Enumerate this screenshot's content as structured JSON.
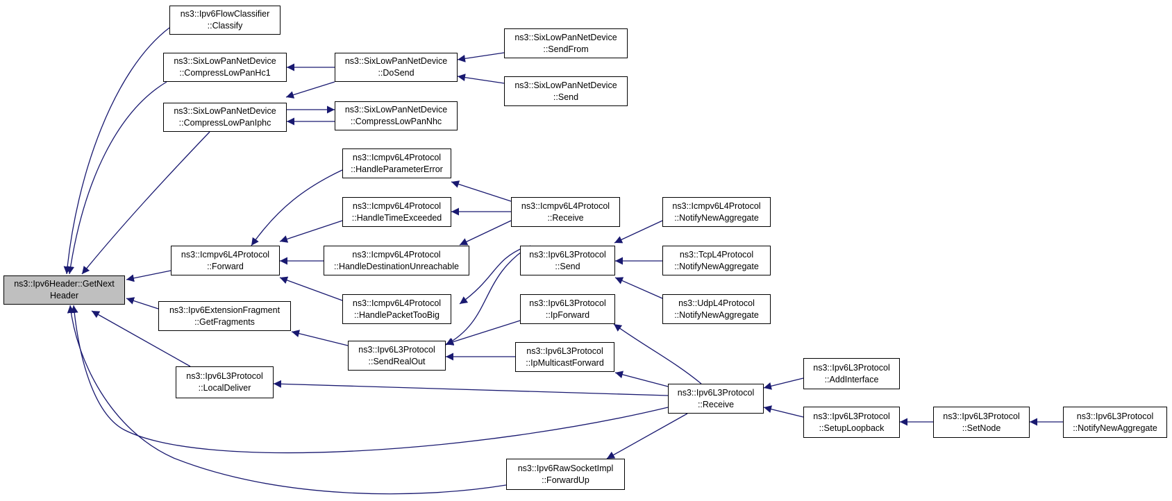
{
  "diagram": {
    "edge_color": "#191970",
    "root_fill": "#bfbfbf",
    "nodes": {
      "root": {
        "line1": "ns3::Ipv6Header::GetNext",
        "line2": "Header"
      },
      "flowcls": {
        "line1": "ns3::Ipv6FlowClassifier",
        "line2": "::Classify"
      },
      "hc1": {
        "line1": "ns3::SixLowPanNetDevice",
        "line2": "::CompressLowPanHc1"
      },
      "iphc": {
        "line1": "ns3::SixLowPanNetDevice",
        "line2": "::CompressLowPanIphc"
      },
      "dosend": {
        "line1": "ns3::SixLowPanNetDevice",
        "line2": "::DoSend"
      },
      "nhc": {
        "line1": "ns3::SixLowPanNetDevice",
        "line2": "::CompressLowPanNhc"
      },
      "sendfrom": {
        "line1": "ns3::SixLowPanNetDevice",
        "line2": "::SendFrom"
      },
      "sixsend": {
        "line1": "ns3::SixLowPanNetDevice",
        "line2": "::Send"
      },
      "hpe": {
        "line1": "ns3::Icmpv6L4Protocol",
        "line2": "::HandleParameterError"
      },
      "hte": {
        "line1": "ns3::Icmpv6L4Protocol",
        "line2": "::HandleTimeExceeded"
      },
      "hdu": {
        "line1": "ns3::Icmpv6L4Protocol",
        "line2": "::HandleDestinationUnreachable"
      },
      "hptb": {
        "line1": "ns3::Icmpv6L4Protocol",
        "line2": "::HandlePacketTooBig"
      },
      "forward": {
        "line1": "ns3::Icmpv6L4Protocol",
        "line2": "::Forward"
      },
      "icmprecv": {
        "line1": "ns3::Icmpv6L4Protocol",
        "line2": "::Receive"
      },
      "l3send": {
        "line1": "ns3::Ipv6L3Protocol",
        "line2": "::Send"
      },
      "nna_icmp": {
        "line1": "ns3::Icmpv6L4Protocol",
        "line2": "::NotifyNewAggregate"
      },
      "nna_tcp": {
        "line1": "ns3::TcpL4Protocol",
        "line2": "::NotifyNewAggregate"
      },
      "nna_udp": {
        "line1": "ns3::UdpL4Protocol",
        "line2": "::NotifyNewAggregate"
      },
      "getfrag": {
        "line1": "ns3::Ipv6ExtensionFragment",
        "line2": "::GetFragments"
      },
      "ipfwd": {
        "line1": "ns3::Ipv6L3Protocol",
        "line2": "::IpForward"
      },
      "sendrealout": {
        "line1": "ns3::Ipv6L3Protocol",
        "line2": "::SendRealOut"
      },
      "ipmcfwd": {
        "line1": "ns3::Ipv6L3Protocol",
        "line2": "::IpMulticastForward"
      },
      "localdeliver": {
        "line1": "ns3::Ipv6L3Protocol",
        "line2": "::LocalDeliver"
      },
      "l3recv": {
        "line1": "ns3::Ipv6L3Protocol",
        "line2": "::Receive"
      },
      "addif": {
        "line1": "ns3::Ipv6L3Protocol",
        "line2": "::AddInterface"
      },
      "setuplb": {
        "line1": "ns3::Ipv6L3Protocol",
        "line2": "::SetupLoopback"
      },
      "setnode": {
        "line1": "ns3::Ipv6L3Protocol",
        "line2": "::SetNode"
      },
      "nna_l3": {
        "line1": "ns3::Ipv6L3Protocol",
        "line2": "::NotifyNewAggregate"
      },
      "rawfwd": {
        "line1": "ns3::Ipv6RawSocketImpl",
        "line2": "::ForwardUp"
      }
    }
  }
}
